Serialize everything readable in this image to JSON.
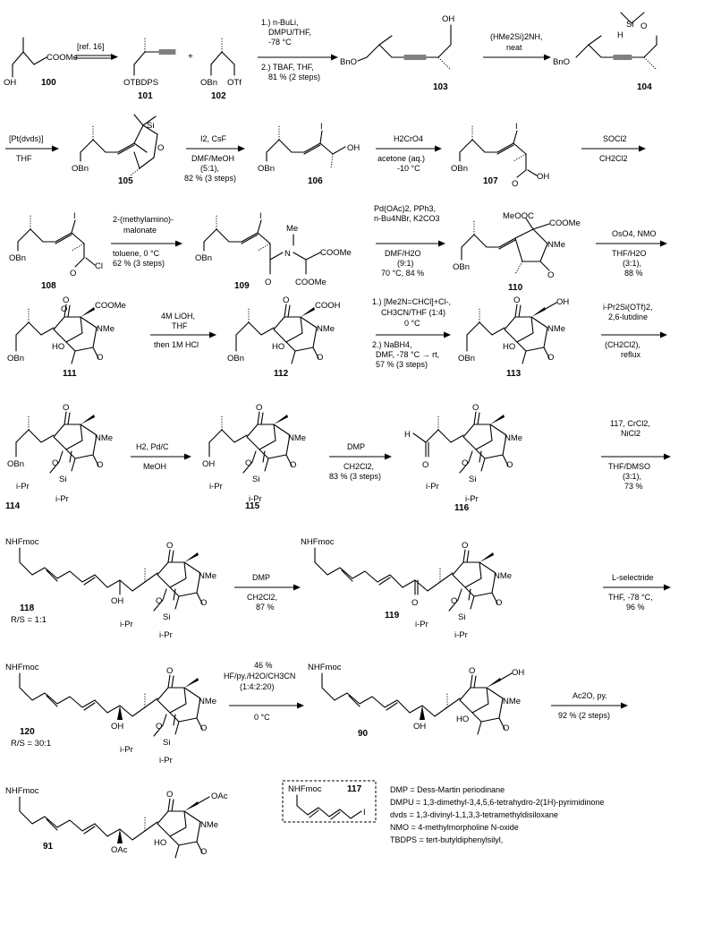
{
  "compounds": {
    "c100": "100",
    "c101": "101",
    "c102": "102",
    "c103": "103",
    "c104": "104",
    "c105": "105",
    "c106": "106",
    "c107": "107",
    "c108": "108",
    "c109": "109",
    "c110": "110",
    "c111": "111",
    "c112": "112",
    "c113": "113",
    "c114": "114",
    "c115": "115",
    "c116": "116",
    "c118": "118",
    "c119": "119",
    "c120": "120",
    "c90": "90",
    "c91": "91",
    "c117": "117"
  },
  "ratios": {
    "r118": "R/S = 1:1",
    "r120": "R/S = 30:1"
  },
  "labels": {
    "COOMe": "COOMe",
    "OH": "OH",
    "OTBDPS": "OTBDPS",
    "OBn": "OBn",
    "OTf": "OTf",
    "BnO": "BnO",
    "Si": "Si",
    "H": "H",
    "I": "I",
    "O": "O",
    "Cl": "Cl",
    "N": "N",
    "Me": "Me",
    "NMe": "NMe",
    "MeOOC": "MeOOC",
    "HO": "HO",
    "COOH": "COOH",
    "iPr": "i-Pr",
    "NHFmoc": "NHFmoc",
    "OAc": "OAc",
    "plus": "+"
  },
  "conditions": {
    "a1": [
      "[ref. 16]"
    ],
    "a2": [
      "1.) n-BuLi,",
      "DMPU/THF,",
      "-78 °C",
      "2.) TBAF, THF,",
      "81 % (2 steps)"
    ],
    "a3": [
      "(HMe2Si)2NH,",
      "neat"
    ],
    "a4": [
      "[Pt(dvds)]",
      "THF"
    ],
    "a5": [
      "I2, CsF",
      "DMF/MeOH",
      "(5:1),",
      "82 % (3 steps)"
    ],
    "a6": [
      "H2CrO4",
      "acetone (aq.)",
      "-10 °C"
    ],
    "a7": [
      "SOCl2",
      "CH2Cl2"
    ],
    "a8": [
      "2-(methylamino)-",
      "malonate",
      "toluene, 0 °C",
      "62 % (3 steps)"
    ],
    "a9": [
      "Pd(OAc)2, PPh3,",
      "n-Bu4NBr, K2CO3",
      "DMF/H2O",
      "(9:1)",
      "70 °C, 84 %"
    ],
    "a10": [
      "OsO4, NMO",
      "THF/H2O",
      "(3:1),",
      "88 %"
    ],
    "a11": [
      "4M LiOH,",
      "THF",
      "then 1M HCl"
    ],
    "a12": [
      "1.) [Me2N=CHCl]+Cl-,",
      "CH3CN/THF (1:4)",
      "0 °C",
      "2.) NaBH4,",
      "DMF, -78 °C → rt,",
      "57 % (3 steps)"
    ],
    "a13": [
      "i-Pr2Si(OTf)2,",
      "2,6-lutidine",
      "(CH2Cl2),",
      "reflux"
    ],
    "a14": [
      "H2, Pd/C",
      "MeOH"
    ],
    "a15": [
      "DMP",
      "CH2Cl2,",
      "83 % (3 steps)"
    ],
    "a16": [
      "117, CrCl2,",
      "NiCl2",
      "THF/DMSO",
      "(3:1),",
      "73 %"
    ],
    "a17": [
      "DMP",
      "CH2Cl2,",
      "87 %"
    ],
    "a18": [
      "L-selectride",
      "THF, -78 °C,",
      "96 %"
    ],
    "a19": [
      "46 %",
      "HF/py./H2O/CH3CN",
      "(1:4:2:20)",
      "0 °C"
    ],
    "a20": [
      "Ac2O, py.",
      "92 % (2 steps)"
    ]
  },
  "abbreviations": [
    "DMP = Dess-Martin periodinane",
    "DMPU = 1,3-dimethyl-3,4,5,6-tetrahydro-2(1H)-pyrimidinone",
    "dvds = 1,3-divinyl-1,1,3,3-tetramethyldisiloxane",
    "NMO = 4-methylmorpholine N-oxide",
    "TBDPS = tert-butyldiphenylsilyl,"
  ]
}
